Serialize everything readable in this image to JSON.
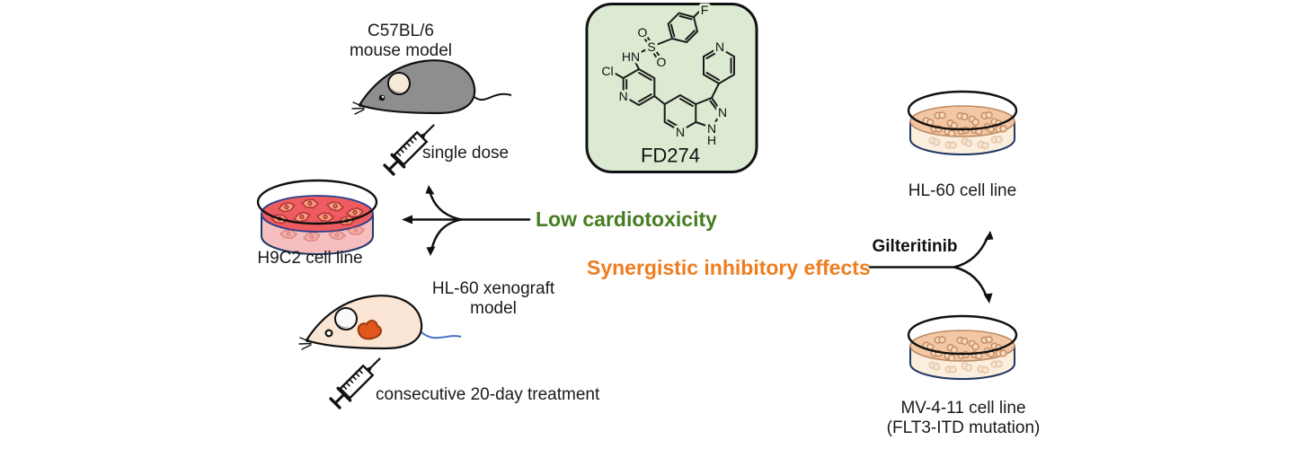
{
  "labels": {
    "c57_model": "C57BL/6\nmouse model",
    "single_dose": "single dose",
    "h9c2": "H9C2 cell line",
    "xenograft_model": "HL-60 xenograft\nmodel",
    "treatment": "consecutive 20-day treatment",
    "low_cardiotoxicity": "Low cardiotoxicity",
    "synergistic": "Synergistic inhibitory effects",
    "gilteritinib": "Gilteritinib",
    "compound": "FD274",
    "hl60": "HL-60 cell line",
    "mv411": "MV-4-11 cell line\n(FLT3-ITD mutation)"
  },
  "molecule": {
    "name": "FD274",
    "atoms": {
      "F": "F",
      "S": "S",
      "O_top": "O",
      "O_bottom": "O",
      "HN": "HN",
      "Cl": "Cl",
      "N_left_pyridine": "N",
      "N_core_pyridine": "N",
      "N_pyrazole_2": "N",
      "N_pyrazole_1": "N",
      "H_pyrazole": "H",
      "N_pyridyl": "N"
    }
  },
  "colors": {
    "green_text": "#467d20",
    "orange_text": "#ef7d1f",
    "box_fill": "#dcead2",
    "red_media": "#ee5c61",
    "red_wall": "#f7bec0",
    "red_cell": "#f2a27f",
    "peach_media": "#f3c7a3",
    "peach_wall": "#fbeedd",
    "peach_cell": "#f6d9bb",
    "gray_mouse": "#8e8e8e",
    "cream_mouse": "#fbe5d4",
    "tumor": "#e1561d",
    "tail_blue": "#4472c4",
    "rim_navy": "#1f3864"
  }
}
